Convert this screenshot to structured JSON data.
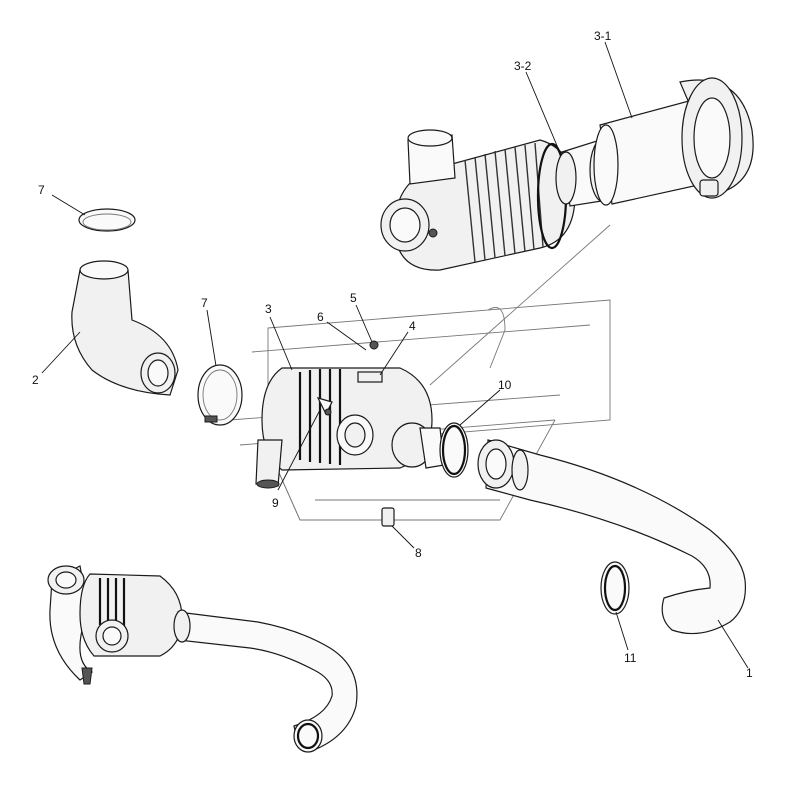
{
  "callouts": [
    {
      "id": "c-3-1",
      "text": "3-1"
    },
    {
      "id": "c-3-2",
      "text": "3-2"
    },
    {
      "id": "c-7a",
      "text": "7"
    },
    {
      "id": "c-2",
      "text": "2"
    },
    {
      "id": "c-7b",
      "text": "7"
    },
    {
      "id": "c-3",
      "text": "3"
    },
    {
      "id": "c-6",
      "text": "6"
    },
    {
      "id": "c-5",
      "text": "5"
    },
    {
      "id": "c-4",
      "text": "4"
    },
    {
      "id": "c-10",
      "text": "10"
    },
    {
      "id": "c-9",
      "text": "9"
    },
    {
      "id": "c-8",
      "text": "8"
    },
    {
      "id": "c-11",
      "text": "11"
    },
    {
      "id": "c-1",
      "text": "1"
    }
  ]
}
